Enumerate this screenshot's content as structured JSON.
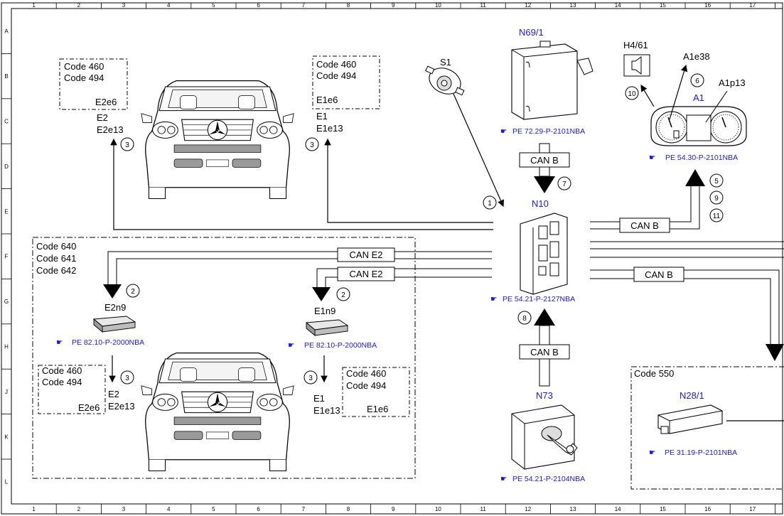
{
  "grid": {
    "columns": [
      "1",
      "2",
      "3",
      "4",
      "5",
      "6",
      "7",
      "8",
      "9",
      "10",
      "11",
      "12",
      "13",
      "14",
      "15",
      "16",
      "17"
    ],
    "rows": [
      "A",
      "B",
      "C",
      "D",
      "E",
      "F",
      "G",
      "H",
      "J",
      "K",
      "L"
    ]
  },
  "components": {
    "n69_1": "N69/1",
    "n10": "N10",
    "n73": "N73",
    "a1": "A1",
    "s1": "S1",
    "h4_61": "H4/61",
    "a1e38": "A1e38",
    "a1p13": "A1p13",
    "e2n9": "E2n9",
    "e1n9": "E1n9",
    "n28_1": "N28/1"
  },
  "refs": {
    "n69_1": "PE 72.29-P-2101NBA",
    "a1": "PE 54.30-P-2101NBA",
    "n10": "PE 54.21-P-2127NBA",
    "n73": "PE 54.21-P-2104NBA",
    "e2n9": "PE 82.10-P-2000NBA",
    "e1n9": "PE 82.10-P-2000NBA",
    "n28_1": "PE 31.19-P-2101NBA"
  },
  "can": {
    "top": "CAN B",
    "right1": "CAN B",
    "right2": "CAN B",
    "bottom": "CAN B",
    "e2": "CAN E2",
    "e1": "CAN E2"
  },
  "codes": {
    "tl1": "Code 460",
    "tl2": "Code 494",
    "tl3": "E2e6",
    "tr1": "Code 460",
    "tr2": "Code 494",
    "tr3": "E1e6",
    "big1": "Code 640",
    "big2": "Code 641",
    "big3": "Code 642",
    "bl1": "Code 460",
    "bl2": "Code 494",
    "bl3": "E2e6",
    "br1": "Code 460",
    "br2": "Code 494",
    "br3": "E1e6",
    "c550": "Code 550"
  },
  "lamps": {
    "top_e2": "E2",
    "top_e2e13": "E2e13",
    "top_e1": "E1",
    "top_e1e13": "E1e13",
    "bot_e2": "E2",
    "bot_e2e13": "E2e13",
    "bot_e1": "E1",
    "bot_e1e13": "E1e13"
  },
  "callouts": {
    "c1": "1",
    "c2a": "2",
    "c2b": "2",
    "c3a": "3",
    "c3b": "3",
    "c3c": "3",
    "c3d": "3",
    "c5": "5",
    "c6": "6",
    "c7": "7",
    "c8": "8",
    "c9": "9",
    "c10": "10",
    "c11": "11"
  }
}
